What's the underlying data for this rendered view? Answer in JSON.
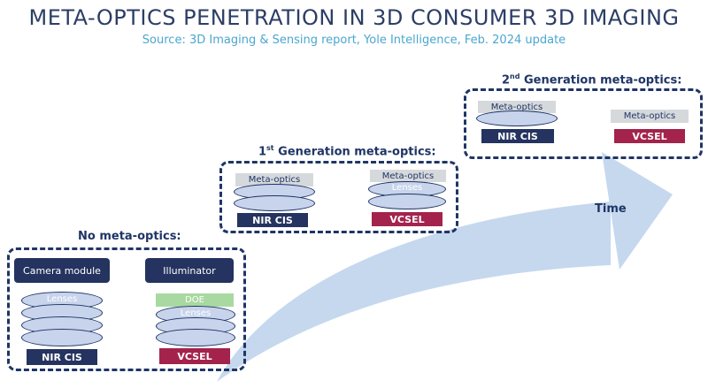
{
  "header": {
    "title": "META-OPTICS PENETRATION IN 3D CONSUMER 3D IMAGING",
    "subtitle": "Source: 3D Imaging & Sensing report, Yole Intelligence, Feb. 2024 update"
  },
  "arrow": {
    "label": "Time",
    "color": "#c5d8ee"
  },
  "stages": {
    "none": {
      "title": "No meta-optics:",
      "camera_module": "Camera module",
      "illuminator": "Illuminator",
      "lenses_camera": "Lenses",
      "lenses_illuminator": "Lenses",
      "doe": "DOE",
      "nir_cis": "NIR CIS",
      "vcsel": "VCSEL"
    },
    "gen1": {
      "title_num": "1",
      "title_sup": "st",
      "title_rest": " Generation meta-optics:",
      "meta_optics_left": "Meta-optics",
      "meta_optics_right": "Meta-optics",
      "lenses": "Lenses",
      "nir_cis": "NIR CIS",
      "vcsel": "VCSEL"
    },
    "gen2": {
      "title_num": "2",
      "title_sup": "nd",
      "title_rest": " Generation meta-optics:",
      "meta_optics_left": "Meta-optics",
      "meta_optics_right": "Meta-optics",
      "nir_cis": "NIR CIS",
      "vcsel": "VCSEL"
    }
  },
  "colors": {
    "navy": "#24335f",
    "crimson": "#a3234d",
    "lens_fill": "#c8d4ec",
    "doe_green": "#a8d9a0",
    "grey": "#d6d9dc"
  }
}
